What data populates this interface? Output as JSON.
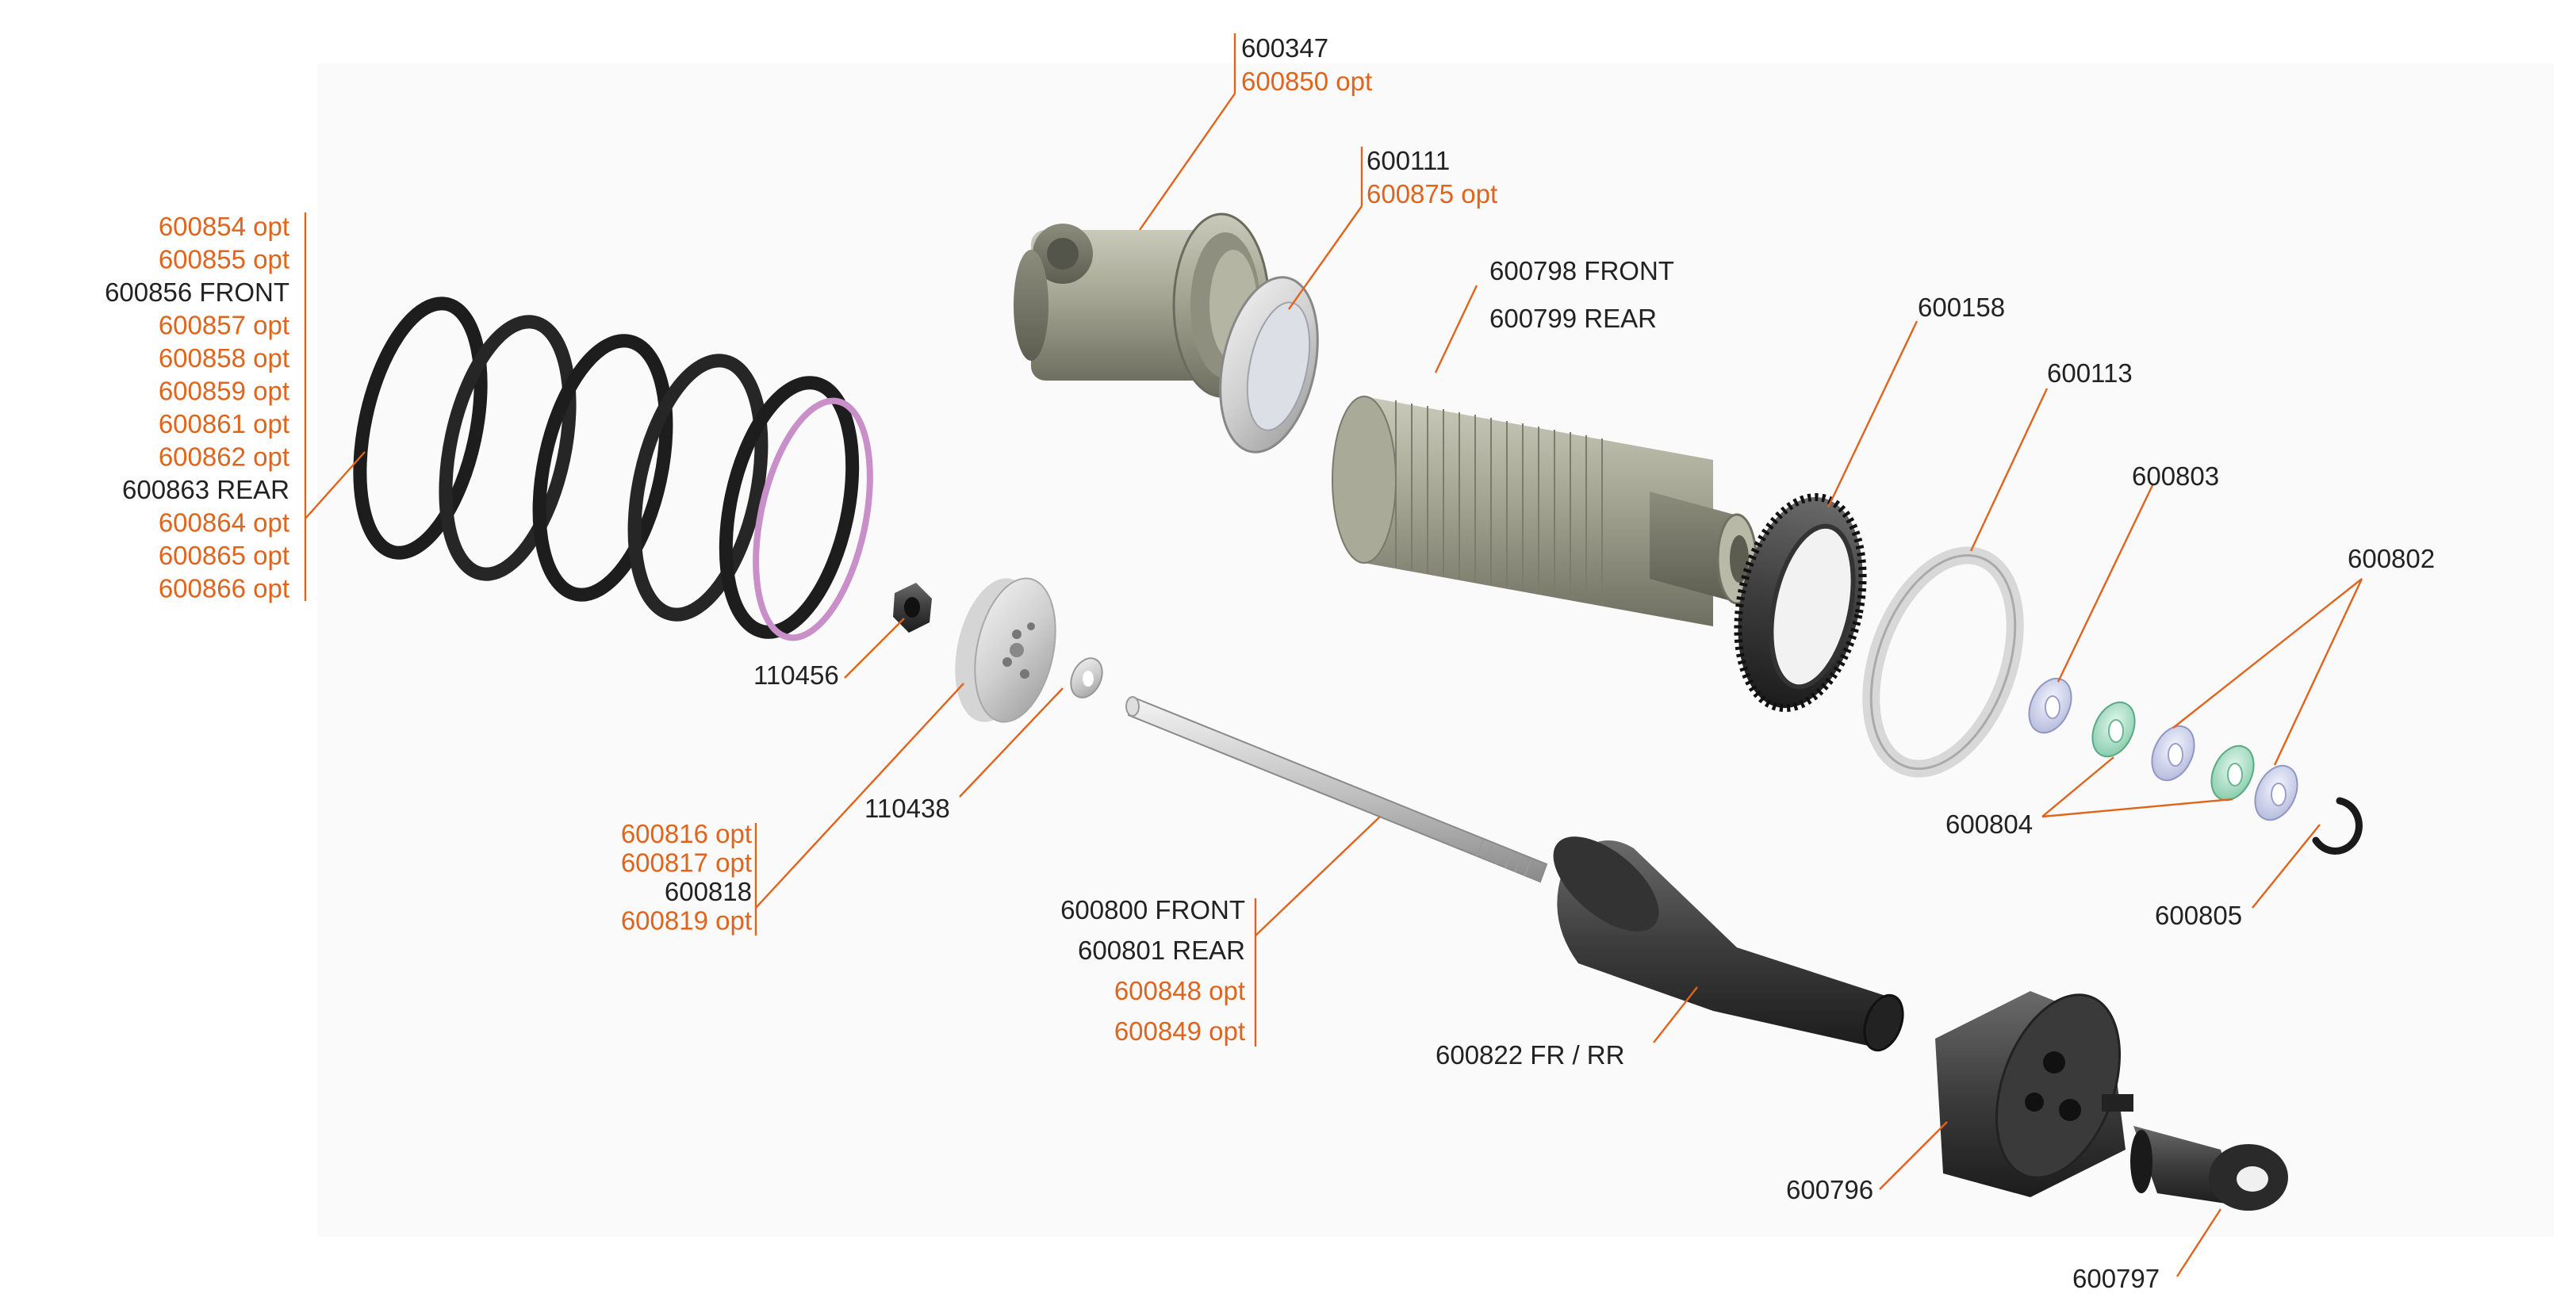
{
  "callouts": {
    "c600347": [
      {
        "text": "600347",
        "opt": false
      },
      {
        "text": "600850 opt",
        "opt": true
      }
    ],
    "c600111": [
      {
        "text": "600111",
        "opt": false
      },
      {
        "text": "600875 opt",
        "opt": true
      }
    ],
    "c600798": [
      {
        "text": "600798  FRONT",
        "opt": false
      },
      {
        "text": "600799 REAR",
        "opt": false
      }
    ],
    "c600158": [
      {
        "text": "600158",
        "opt": false
      }
    ],
    "c600113": [
      {
        "text": "600113",
        "opt": false
      }
    ],
    "c600803": [
      {
        "text": "600803",
        "opt": false
      }
    ],
    "c600802": [
      {
        "text": "600802",
        "opt": false
      }
    ],
    "c600804": [
      {
        "text": "600804",
        "opt": false
      }
    ],
    "c600805": [
      {
        "text": "600805",
        "opt": false
      }
    ],
    "spring": [
      {
        "text": "600854 opt",
        "opt": true
      },
      {
        "text": "600855 opt",
        "opt": true
      },
      {
        "text": "600856 FRONT",
        "opt": false
      },
      {
        "text": "600857 opt",
        "opt": true
      },
      {
        "text": "600858 opt",
        "opt": true
      },
      {
        "text": "600859 opt",
        "opt": true
      },
      {
        "text": "600861 opt",
        "opt": true
      },
      {
        "text": "600862 opt",
        "opt": true
      },
      {
        "text": "600863 REAR",
        "opt": false
      },
      {
        "text": "600864 opt",
        "opt": true
      },
      {
        "text": "600865  opt",
        "opt": true
      },
      {
        "text": "600866 opt",
        "opt": true
      }
    ],
    "c110456": [
      {
        "text": "110456",
        "opt": false
      }
    ],
    "c110438": [
      {
        "text": "110438",
        "opt": false
      }
    ],
    "piston": [
      {
        "text": "600816 opt",
        "opt": true
      },
      {
        "text": "600817 opt",
        "opt": true
      },
      {
        "text": "600818",
        "opt": false
      },
      {
        "text": "600819 opt",
        "opt": true
      }
    ],
    "shaft": [
      {
        "text": "600800  FRONT",
        "opt": false
      },
      {
        "text": "600801 REAR",
        "opt": false
      },
      {
        "text": "600848 opt",
        "opt": true
      },
      {
        "text": "600849 opt",
        "opt": true
      }
    ],
    "c600822": [
      {
        "text": "600822 FR / RR",
        "opt": false
      }
    ],
    "c600796": [
      {
        "text": "600796",
        "opt": false
      }
    ],
    "c600797": [
      {
        "text": "600797",
        "opt": false
      }
    ]
  },
  "colors": {
    "standard": "#222222",
    "optional": "#e0641c"
  }
}
